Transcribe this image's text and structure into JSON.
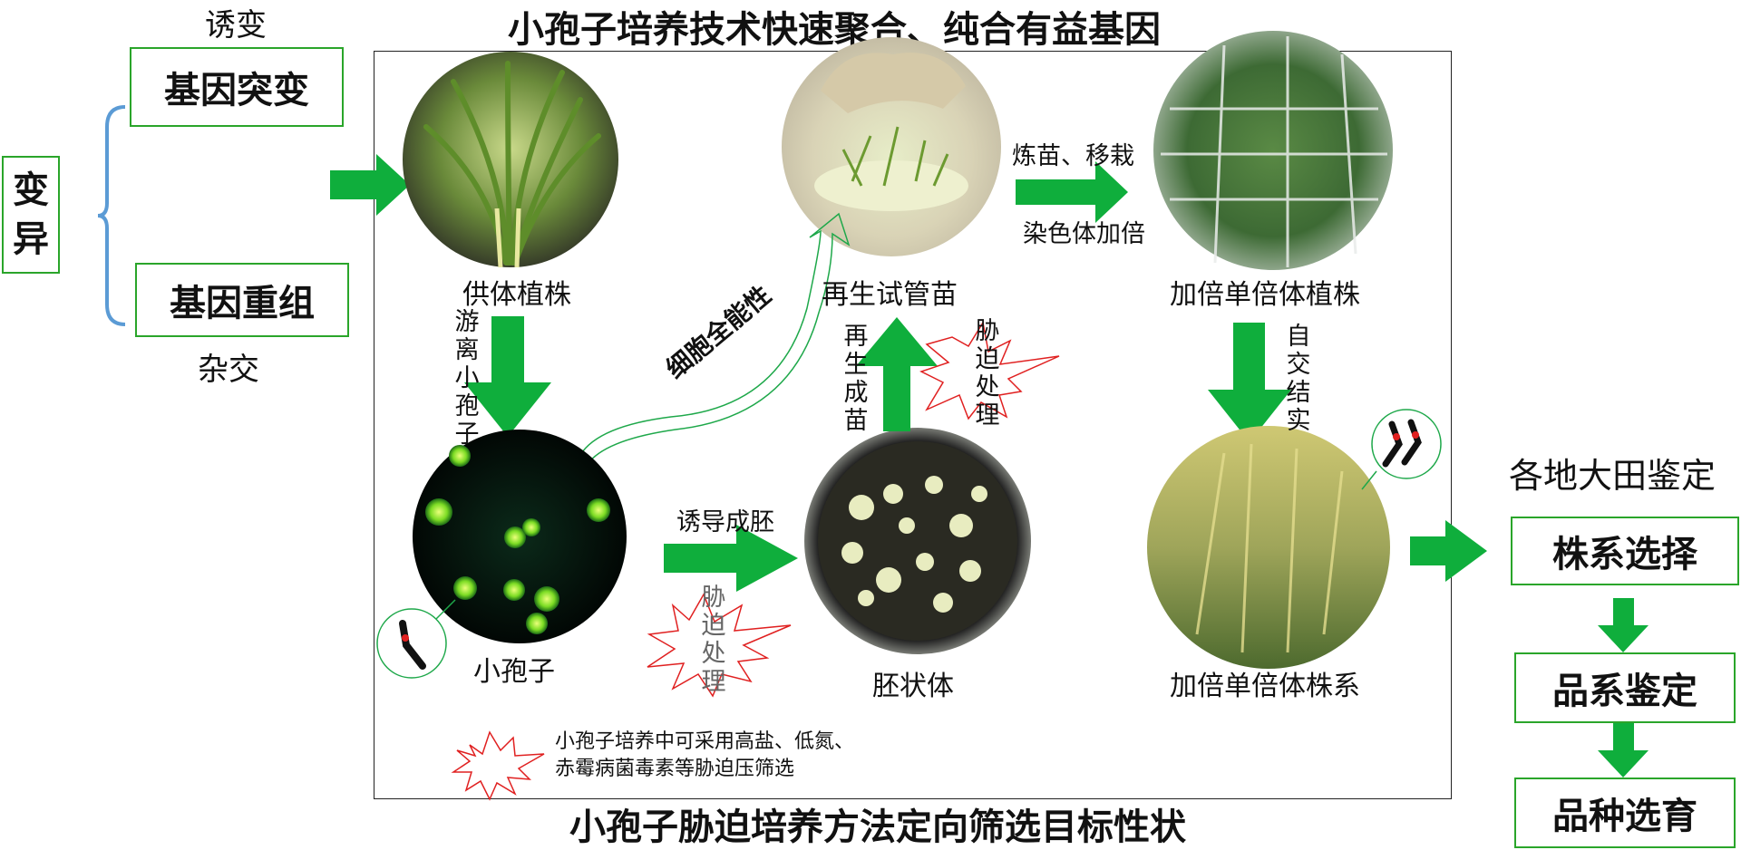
{
  "titles": {
    "top": "小孢子培养技术快速聚合、纯合有益基因",
    "bottom": "小孢子胁迫培养方法定向筛选目标性状"
  },
  "left": {
    "variation": "变异",
    "mutagenesis": "诱变",
    "gene_mutation": "基因突变",
    "gene_recombination": "基因重组",
    "hybridization": "杂交"
  },
  "stages": {
    "donor_plant": "供体植株",
    "regenerated_seedling": "再生试管苗",
    "doubled_haploid_plant": "加倍单倍体植株",
    "microspore": "小孢子",
    "embryoid": "胚状体",
    "dh_line": "加倍单倍体株系"
  },
  "arrow_labels": {
    "isolate_microspore": "游离小孢子",
    "cell_totipotency": "细胞全能性",
    "regenerate": "再生成苗",
    "stress_1": "胁迫处理",
    "stress_2": "胁迫处理",
    "induce_embryo": "诱导成胚",
    "harden_transplant": "炼苗、移栽",
    "chromosome_doubling": "染色体加倍",
    "selfing": "自交结实"
  },
  "legend": {
    "line1": "小孢子培养中可采用高盐、低氮、",
    "line2": "赤霉病菌毒素等胁迫压筛选"
  },
  "right": {
    "field_test": "各地大田鉴定",
    "line_selection": "株系选择",
    "strain_identification": "品系鉴定",
    "variety_breeding": "品种选育"
  },
  "colors": {
    "arrow_green": "#0fae3c",
    "box_border": "#2aa52a",
    "bracket_blue": "#5b9bd5",
    "starburst_red": "#e02020"
  }
}
